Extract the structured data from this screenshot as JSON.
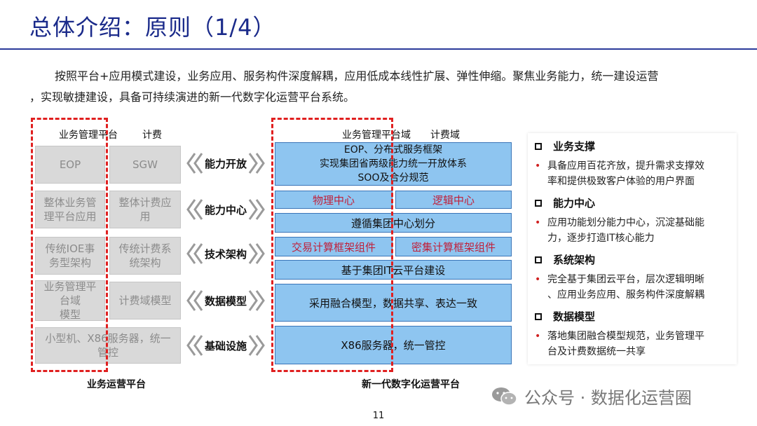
{
  "title": "总体介绍：原则（1/4）",
  "intro": {
    "line1": "按照平台+应用模式建设，业务应用、服务构件深度解耦，应用低成本线性扩展、弹性伸缩。聚焦业务能力，统一建设运营",
    "line2": "，实现敏捷建设，具备可持续演进的新一代数字化运营平台系统。"
  },
  "left": {
    "head1": "业务管理平台",
    "head2": "计费",
    "col1": [
      "EOP",
      "整体业务管理平台应用",
      "传统IOE事务型架构",
      "业务管理平台域模型",
      "小型机、X86服务器，统一管控"
    ],
    "col2": [
      "SGW",
      "整体计费应用",
      "传统计费系统架构",
      "计费域模型"
    ],
    "col1_lines": [
      [
        "EOP"
      ],
      [
        "整体业务管",
        "理平台应用"
      ],
      [
        "传统IOE事",
        "务型架构"
      ],
      [
        "业务管理平",
        "台域",
        "模型"
      ],
      [
        "小型机、X86服务器，统一",
        "管控"
      ]
    ],
    "col2_lines": [
      [
        "SGW"
      ],
      [
        "整体计费应",
        "用"
      ],
      [
        "传统计费系",
        "统架构"
      ],
      [
        "计费域模型"
      ]
    ],
    "bottom": "业务运营平台"
  },
  "middle": {
    "labels": [
      "能力开放",
      "能力中心",
      "技术架构",
      "数据模型",
      "基础设施"
    ]
  },
  "right": {
    "head1": "业务管理平台域",
    "head2": "计费域",
    "open": [
      "EOP、分布式服务框架",
      "实现集团省两级能力统一开放体系",
      "SOO及合分规范"
    ],
    "center_left": "物理中心",
    "center_right": "逻辑中心",
    "center_full": "遵循集团中心划分",
    "tech_left": "交易计算框架组件",
    "tech_right": "密集计算框架组件",
    "tech_full": "基于集团IT云平台建设",
    "data": "采用融合模型，数据共享、表达一致",
    "infra": "X86服务器，统一管控",
    "bottom": "新一代数字化运营平台"
  },
  "side": {
    "sections": [
      {
        "title": "业务支撑",
        "lines": [
          "具备应用百花齐放，提升需求支撑效",
          "率和提供极致客户体验的用户界面"
        ]
      },
      {
        "title": "能力中心",
        "lines": [
          "应用功能划分能力中心，沉淀基础能",
          "力，逐步打造IT核心能力"
        ]
      },
      {
        "title": "系统架构",
        "lines": [
          "完全基于集团云平台，层次逻辑明晰",
          "、应用业务应用、服务构件深度解耦"
        ]
      },
      {
        "title": "数据模型",
        "lines": [
          "落地集团融合模型规范，业务管理平",
          "台及计费数据统一共享"
        ]
      }
    ]
  },
  "page_number": "11",
  "watermark": "公众号 · 数据化运营圈",
  "colors": {
    "title": "#1a2a8a",
    "blue_box": "#8ec5f0",
    "grey_box": "#d9d9d9",
    "dash_red": "#e02020",
    "red_text": "#c0203a"
  }
}
